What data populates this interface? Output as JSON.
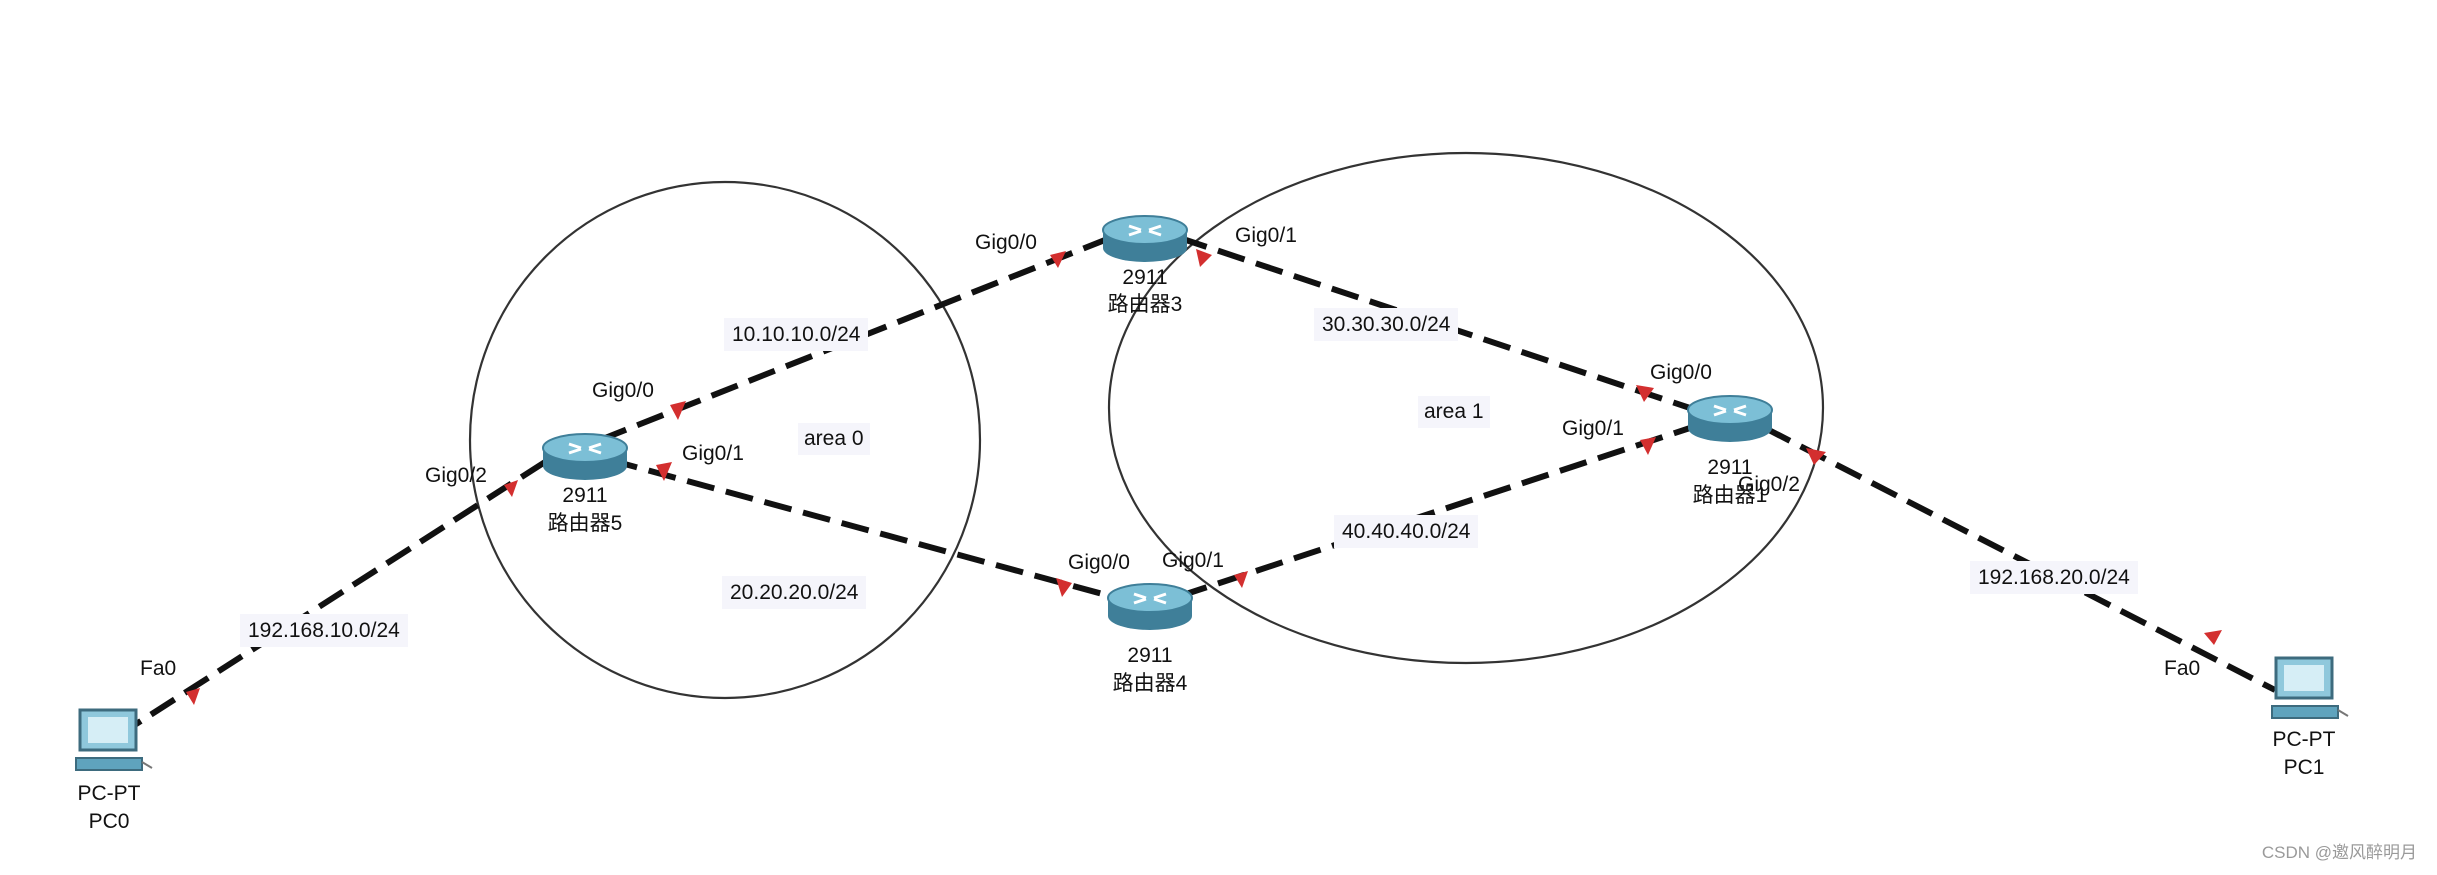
{
  "areas": [
    {
      "label": "area 0"
    },
    {
      "label": "area 1"
    }
  ],
  "routers": [
    {
      "model": "2911",
      "name": "路由器3"
    },
    {
      "model": "2911",
      "name": "路由器5"
    },
    {
      "model": "2911",
      "name": "路由器4"
    },
    {
      "model": "2911",
      "name": "路由器1"
    }
  ],
  "pcs": [
    {
      "model": "PC-PT",
      "name": "PC0"
    },
    {
      "model": "PC-PT",
      "name": "PC1"
    }
  ],
  "networks": [
    "10.10.10.0/24",
    "20.20.20.0/24",
    "30.30.30.0/24",
    "40.40.40.0/24",
    "192.168.10.0/24",
    "192.168.20.0/24"
  ],
  "interfaces": {
    "r3_g00": "Gig0/0",
    "r3_g01": "Gig0/1",
    "r5_g00": "Gig0/0",
    "r5_g01": "Gig0/1",
    "r5_g02": "Gig0/2",
    "r4_g00": "Gig0/0",
    "r4_g01": "Gig0/1",
    "r1_g00": "Gig0/0",
    "r1_g01": "Gig0/1",
    "r1_g02": "Gig0/2",
    "pc0_fa0": "Fa0",
    "pc1_fa0": "Fa0"
  },
  "colors": {
    "link": "#111111",
    "port_marker": "#d32f2f",
    "router_body": "#5fa3bd",
    "area_outline": "#333333"
  },
  "watermark": "CSDN @邀风醉明月"
}
